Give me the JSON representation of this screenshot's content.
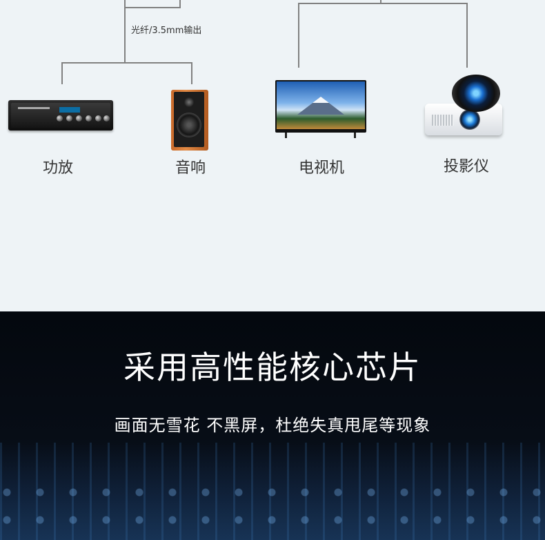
{
  "diagram": {
    "connection_label": "光纤/3.5mm输出",
    "devices": [
      {
        "label": "功放",
        "icon": "amplifier-icon"
      },
      {
        "label": "音响",
        "icon": "speaker-icon"
      },
      {
        "label": "电视机",
        "icon": "tv-icon"
      },
      {
        "label": "投影仪",
        "icon": "projector-icon"
      }
    ]
  },
  "feature": {
    "headline": "采用高性能核心芯片",
    "subline": "画面无雪花 不黑屏，杜绝失真甩尾等现象"
  }
}
